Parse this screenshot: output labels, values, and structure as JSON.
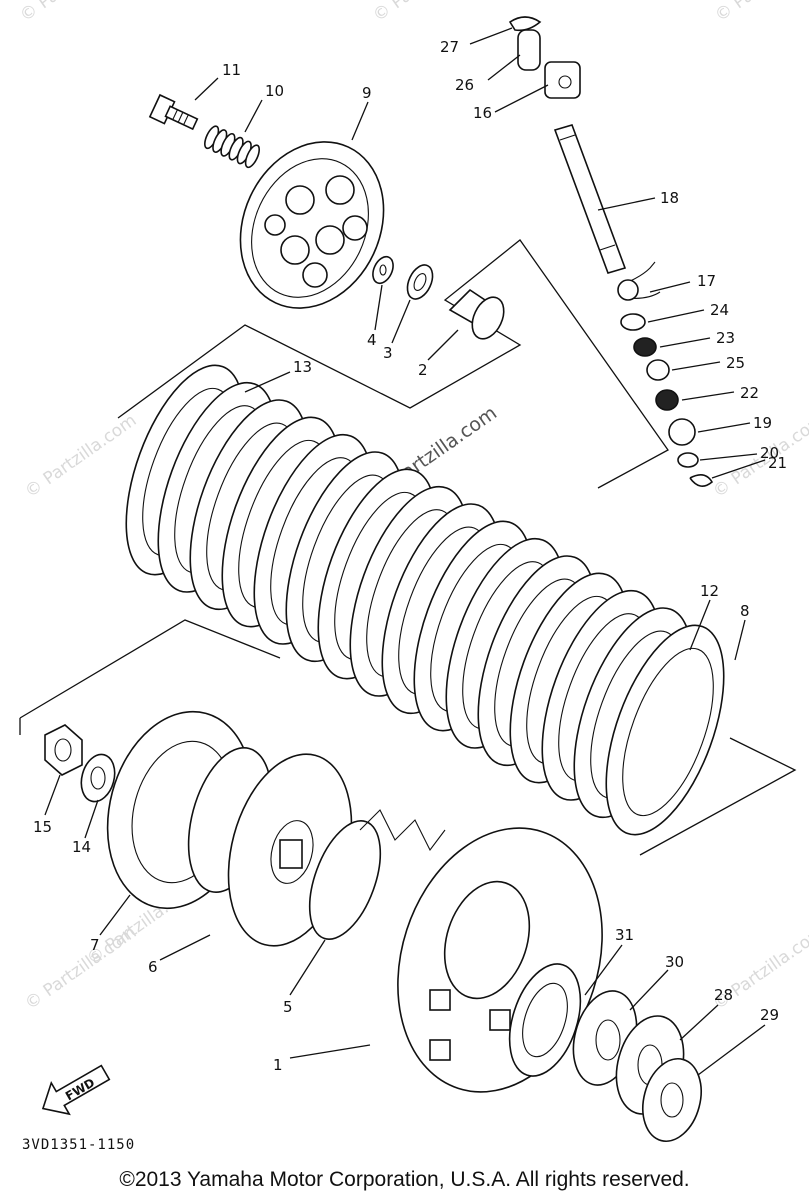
{
  "diagram": {
    "document_code": "3VD1351-1150",
    "copyright": "©2013  Yamaha Motor Corporation, U.S.A. All rights reserved.",
    "direction_label": "FWD",
    "watermark_center": "© Partzilla.com",
    "watermark_corner": "© Partzilla.com",
    "callouts": [
      {
        "id": "1",
        "text": "1"
      },
      {
        "id": "2",
        "text": "2"
      },
      {
        "id": "3",
        "text": "3"
      },
      {
        "id": "4",
        "text": "4"
      },
      {
        "id": "5",
        "text": "5"
      },
      {
        "id": "6",
        "text": "6"
      },
      {
        "id": "7",
        "text": "7"
      },
      {
        "id": "8",
        "text": "8"
      },
      {
        "id": "9",
        "text": "9"
      },
      {
        "id": "10",
        "text": "10"
      },
      {
        "id": "11",
        "text": "11"
      },
      {
        "id": "12",
        "text": "12"
      },
      {
        "id": "13",
        "text": "13"
      },
      {
        "id": "14",
        "text": "14"
      },
      {
        "id": "15",
        "text": "15"
      },
      {
        "id": "16",
        "text": "16"
      },
      {
        "id": "17",
        "text": "17"
      },
      {
        "id": "18",
        "text": "18"
      },
      {
        "id": "19",
        "text": "19"
      },
      {
        "id": "20",
        "text": "20"
      },
      {
        "id": "21",
        "text": "21"
      },
      {
        "id": "22",
        "text": "22"
      },
      {
        "id": "23",
        "text": "23"
      },
      {
        "id": "24",
        "text": "24"
      },
      {
        "id": "25",
        "text": "25"
      },
      {
        "id": "26",
        "text": "26"
      },
      {
        "id": "27",
        "text": "27"
      },
      {
        "id": "28",
        "text": "28"
      },
      {
        "id": "29",
        "text": "29"
      },
      {
        "id": "30",
        "text": "30"
      },
      {
        "id": "31",
        "text": "31"
      }
    ]
  }
}
